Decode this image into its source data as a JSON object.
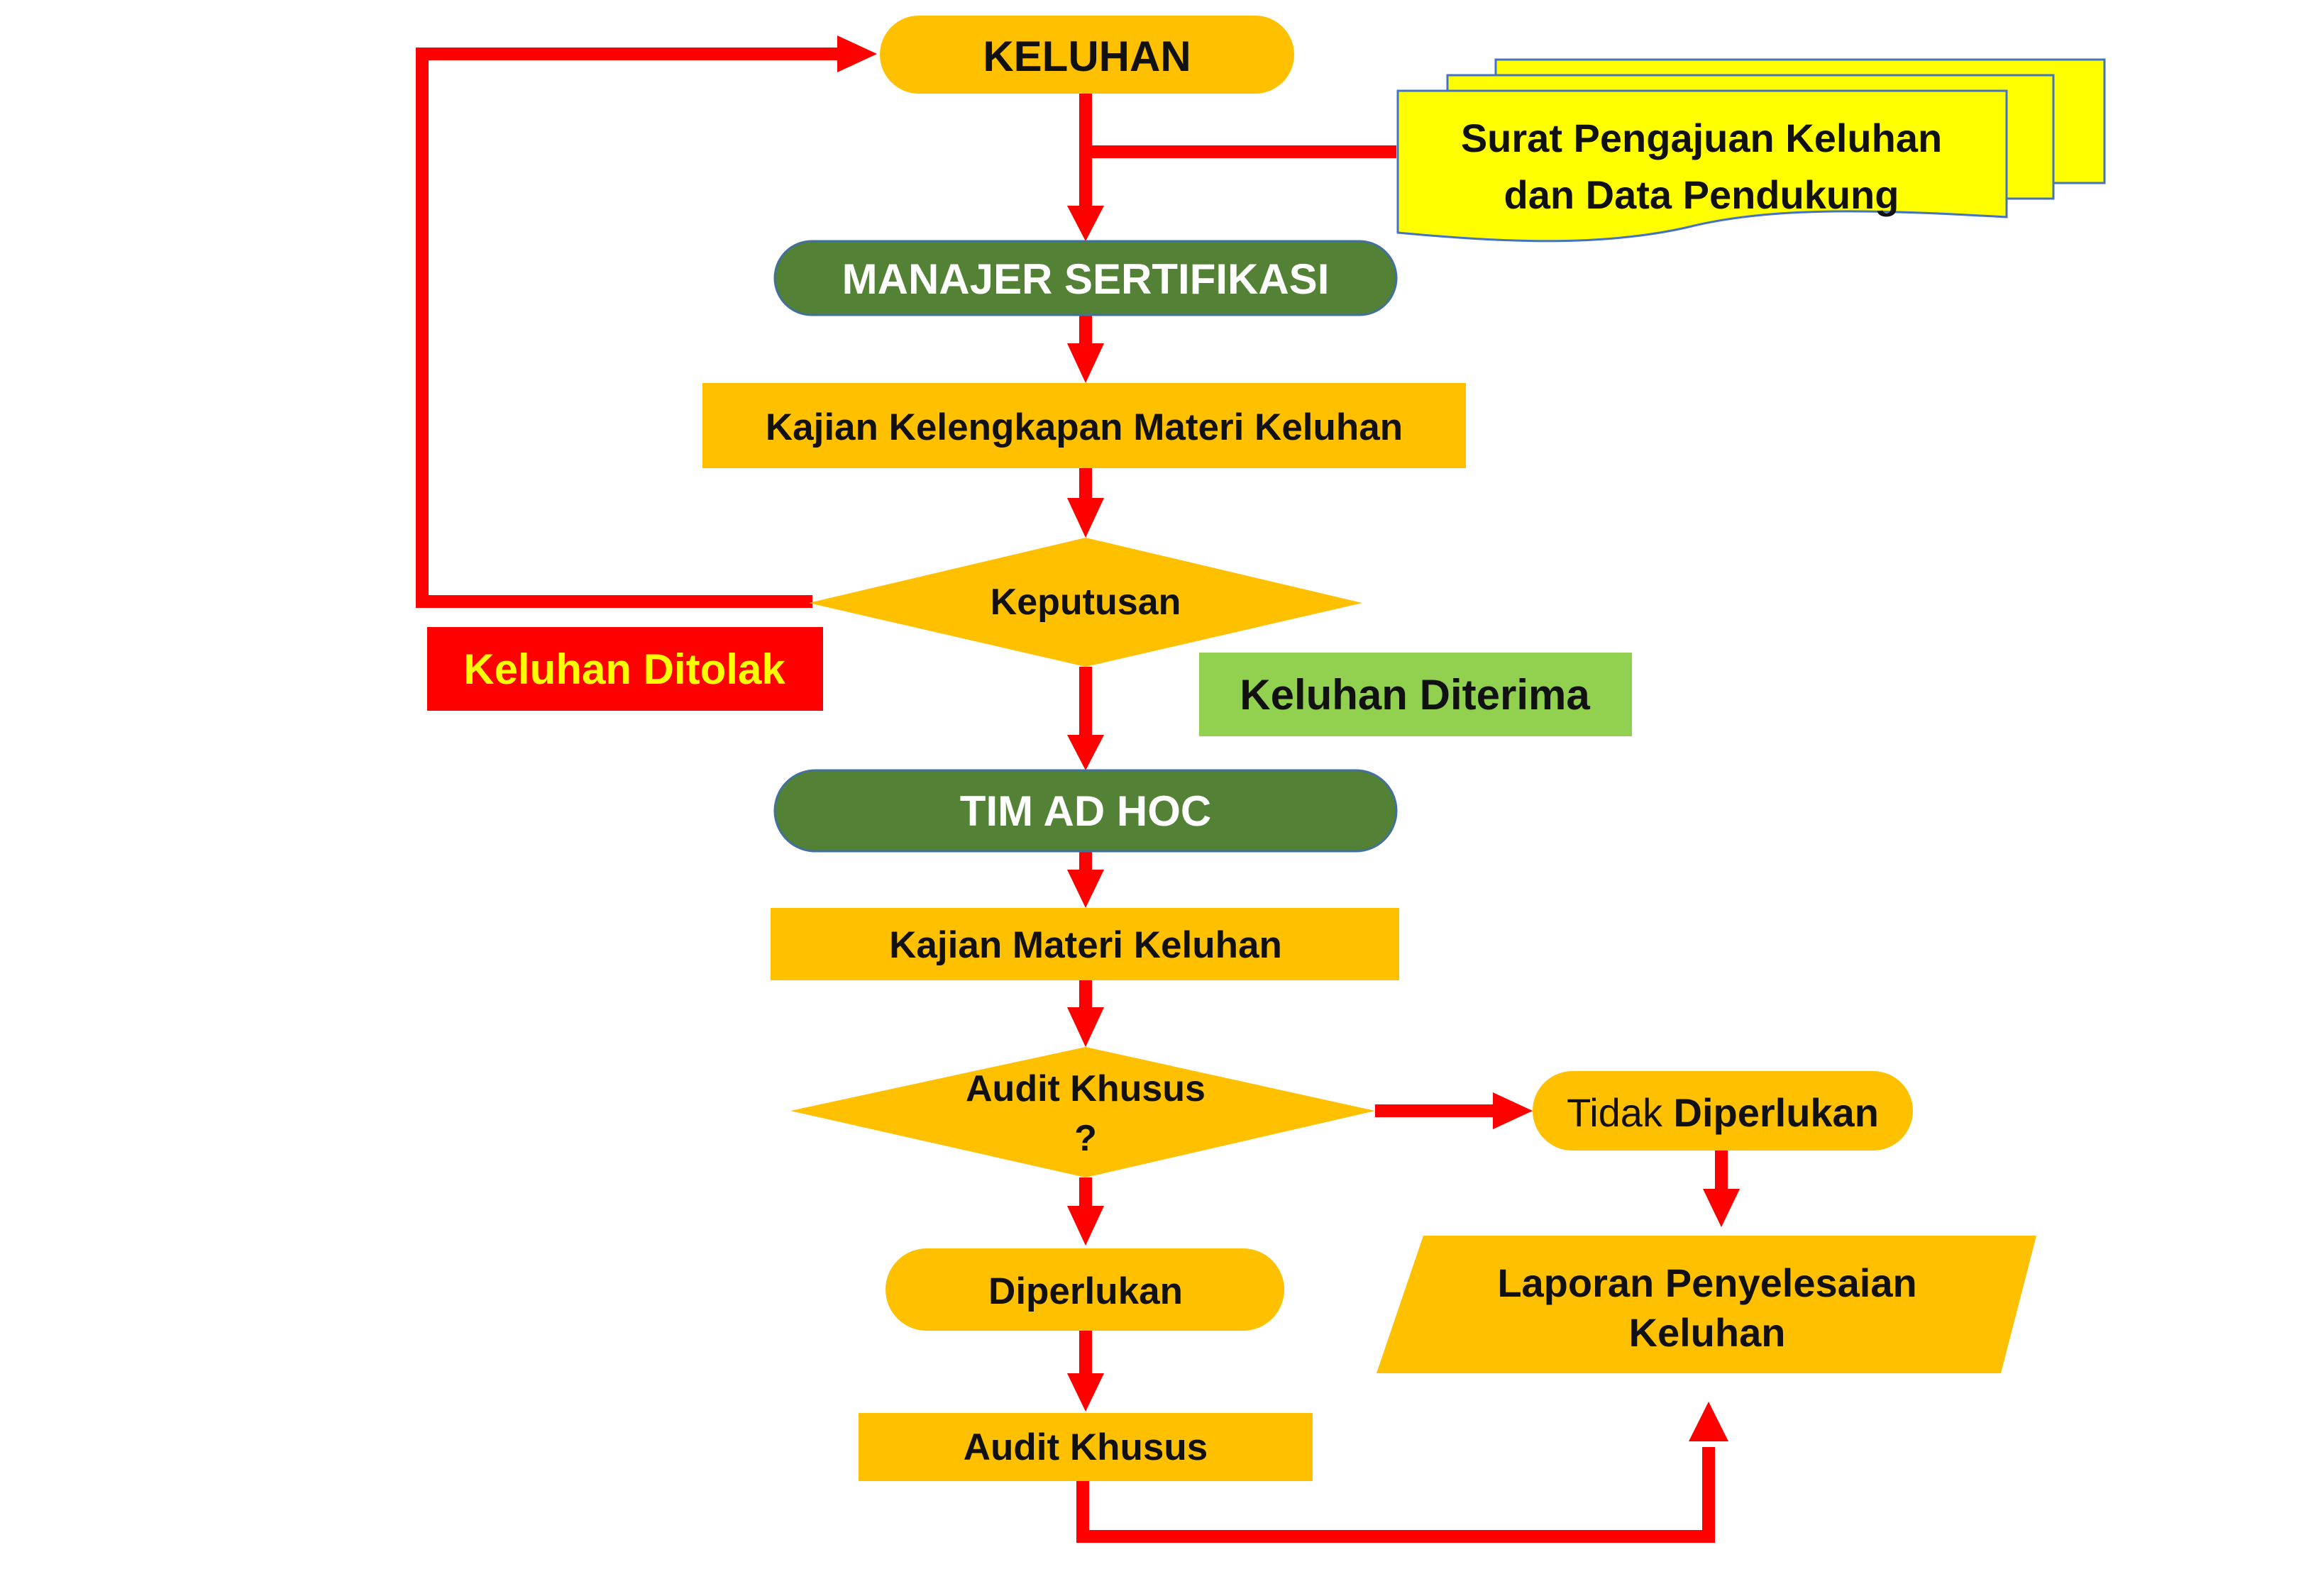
{
  "nodes": {
    "keluhan": "KELUHAN",
    "doc_line1": "Surat Pengajuan Keluhan",
    "doc_line2": "dan Data Pendukung",
    "manajer": "MANAJER SERTIFIKASI",
    "kajian_kelengkapan": "Kajian Kelengkapan Materi Keluhan",
    "keputusan": "Keputusan",
    "ditolak": "Keluhan Ditolak",
    "diterima": "Keluhan Diterima",
    "tim": "TIM AD HOC",
    "kajian_materi": "Kajian Materi Keluhan",
    "audit_q_line1": "Audit Khusus",
    "audit_q_line2": "?",
    "tidak_prefix": "Tidak ",
    "tidak_bold": "Diperlukan",
    "diperlukan": "Diperlukan",
    "audit": "Audit Khusus",
    "laporan_line1": "Laporan Penyelesaian",
    "laporan_line2": "Keluhan"
  },
  "colors": {
    "orange": "#ffc000",
    "green": "#538135",
    "light_green": "#92d050",
    "red": "#ff0000",
    "yellow": "#ffff00"
  }
}
